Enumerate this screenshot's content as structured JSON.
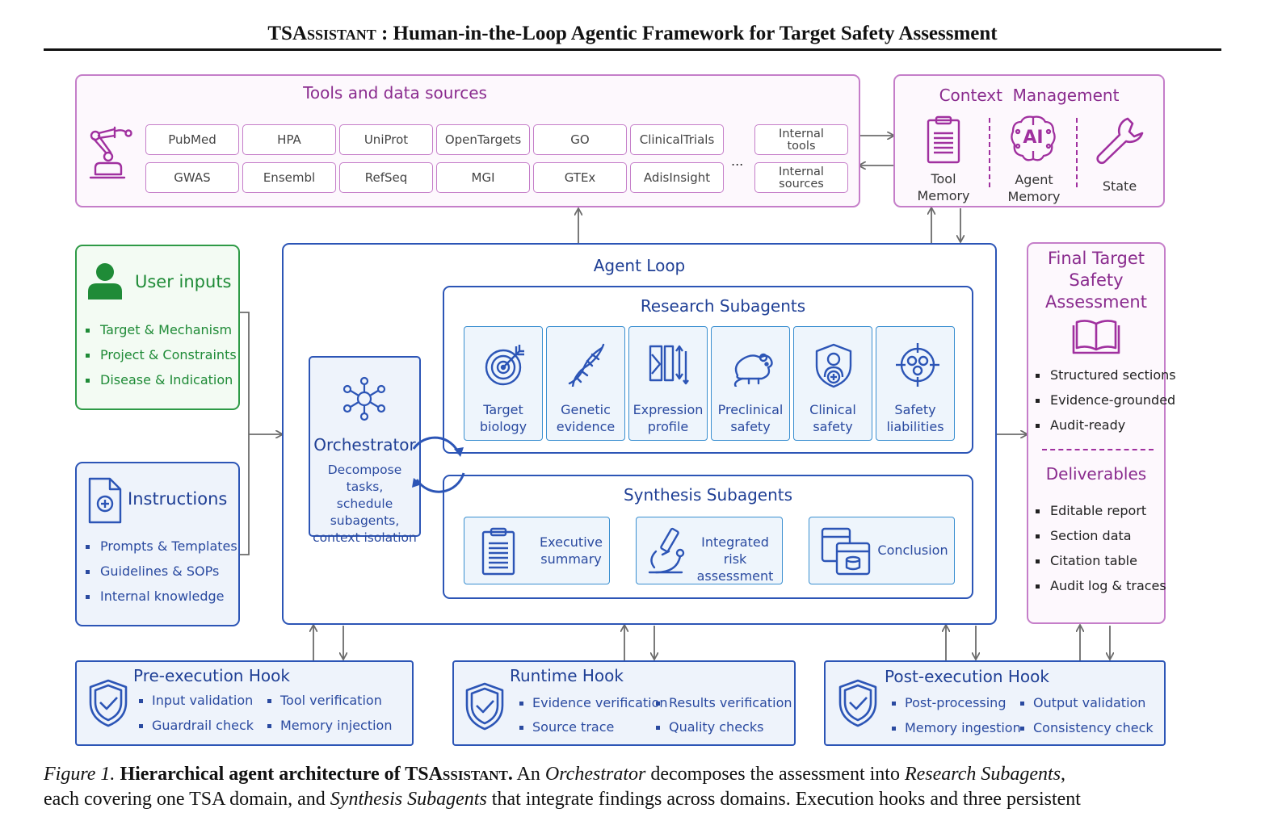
{
  "header": {
    "title_sc": "TSAssistant",
    "title_rest": " : Human-in-the-Loop Agentic Framework for Target Safety Assessment"
  },
  "tools": {
    "title": "Tools and data sources",
    "row1": [
      "PubMed",
      "HPA",
      "UniProt",
      "OpenTargets",
      "GO",
      "ClinicalTrials"
    ],
    "row2": [
      "GWAS",
      "Ensembl",
      "RefSeq",
      "MGI",
      "GTEx",
      "AdisInsight"
    ],
    "ellipsis": "...",
    "internal_tools": "Internal tools",
    "internal_tools_l1": "Internal",
    "internal_tools_l2": "tools",
    "internal_sources_l1": "Internal",
    "internal_sources_l2": "sources"
  },
  "context": {
    "title": "Context  Management",
    "tool_memory_l1": "Tool",
    "tool_memory_l2": "Memory",
    "agent_memory_l1": "Agent",
    "agent_memory_l2": "Memory",
    "state": "State",
    "ai_glyph": "AI"
  },
  "user_inputs": {
    "title": "User inputs",
    "items": [
      "Target & Mechanism",
      "Project & Constraints",
      "Disease & Indication"
    ]
  },
  "instructions": {
    "title": "Instructions",
    "items": [
      "Prompts & Templates",
      "Guidelines & SOPs",
      "Internal knowledge"
    ]
  },
  "agent_loop": {
    "title": "Agent Loop",
    "orchestrator": {
      "title": "Orchestrator",
      "desc_l1": "Decompose tasks,",
      "desc_l2": "schedule",
      "desc_l3": "subagents,",
      "desc_l4": "context isolation"
    },
    "research": {
      "title": "Research Subagents",
      "cards": [
        {
          "l1": "Target",
          "l2": "biology"
        },
        {
          "l1": "Genetic",
          "l2": "evidence"
        },
        {
          "l1": "Expression",
          "l2": "profile"
        },
        {
          "l1": "Preclinical",
          "l2": "safety"
        },
        {
          "l1": "Clinical",
          "l2": "safety"
        },
        {
          "l1": "Safety",
          "l2": "liabilities"
        }
      ]
    },
    "synthesis": {
      "title": "Synthesis Subagents",
      "exec_l1": "Executive",
      "exec_l2": "summary",
      "risk_l1": "Integrated risk",
      "risk_l2": "assessment",
      "conclusion": "Conclusion"
    }
  },
  "final": {
    "title_l1": "Final Target",
    "title_l2": "Safety",
    "title_l3": "Assessment",
    "items": [
      "Structured sections",
      "Evidence-grounded",
      "Audit-ready"
    ],
    "deliverables_title": "Deliverables",
    "deliverables": [
      "Editable report",
      "Section data",
      "Citation table",
      "Audit log & traces"
    ]
  },
  "hooks": {
    "pre": {
      "title": "Pre-execution Hook",
      "a": "Input validation",
      "b": "Tool verification",
      "c": "Guardrail check",
      "d": "Memory injection"
    },
    "runtime": {
      "title": "Runtime Hook",
      "a": "Evidence verification",
      "b": "Results verification",
      "c": "Source trace",
      "d": "Quality checks"
    },
    "post": {
      "title": "Post-execution Hook",
      "a": "Post-processing",
      "b": "Output validation",
      "c": "Memory ingestion",
      "d": "Consistency check"
    }
  },
  "caption": {
    "fig": "Figure 1.",
    "bold": "Hierarchical agent architecture of TSA",
    "bold_sc": "ssistant.",
    "t1": " An ",
    "orch": "Orchestrator",
    "t2": " decomposes the assessment into ",
    "research": "Research Subagents",
    "t3": ",",
    "line2a": "each covering one TSA domain, and ",
    "synth": "Synthesis Subagents",
    "line2b": " that integrate findings across domains. Execution hooks and three persistent"
  },
  "colors": {
    "purple": "#8a2b8e",
    "blue": "#1f3f95",
    "green": "#1f8b37",
    "accent_blue": "#2c55b6"
  }
}
